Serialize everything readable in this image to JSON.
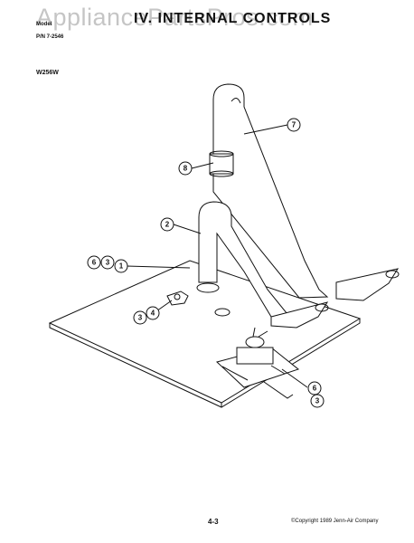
{
  "header": {
    "line1": "Model",
    "line2": "P/N 7-2546",
    "title": "IV. INTERNAL CONTROLS",
    "model": "W256W"
  },
  "watermark": "AppliancePartsPros.com",
  "callouts": {
    "c7": "7",
    "c8": "8",
    "c2": "2",
    "c6": "6",
    "c3a": "3",
    "c1": "1",
    "c3b": "3",
    "c4": "4",
    "c6b": "6",
    "c3c": "3"
  },
  "footer": {
    "page": "4-3",
    "copyright": "©Copyright 1989 Jenn-Air Company"
  }
}
